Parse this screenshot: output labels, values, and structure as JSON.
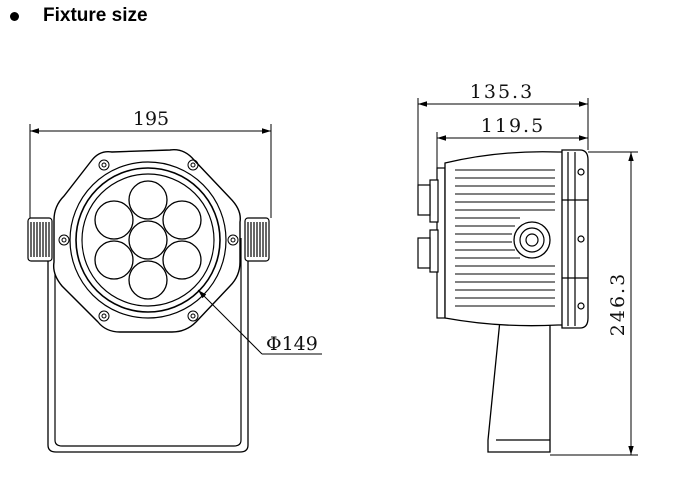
{
  "heading": {
    "text": "Fixture size"
  },
  "dimensions": {
    "front_width": "195",
    "lens_diameter": "Φ149",
    "side_depth_total": "135.3",
    "side_depth_body": "119.5",
    "side_height": "246.3"
  },
  "colors": {
    "line": "#000000",
    "background": "#ffffff"
  }
}
